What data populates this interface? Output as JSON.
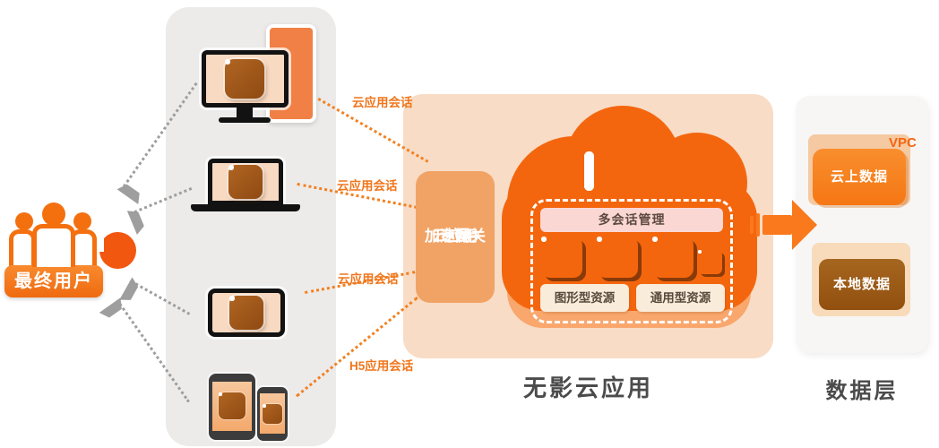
{
  "end_user": {
    "label": "最终用户"
  },
  "session_labels": [
    {
      "label": "云应用会话"
    },
    {
      "label": "云应用会话"
    },
    {
      "label": "云应用会话"
    },
    {
      "label": "H5应用会话"
    }
  ],
  "gateway": {
    "label_lines": [
      "云应用",
      "专属",
      "加速网关"
    ]
  },
  "cloud_app": {
    "caption": "无影云应用",
    "session_manager_label": "多会话管理",
    "resource_boxes": [
      {
        "label": "图形型资源"
      },
      {
        "label": "通用型资源"
      }
    ]
  },
  "data_layer": {
    "caption": "数据层",
    "vpc_label": "VPC",
    "folders": [
      {
        "label": "云上数据"
      },
      {
        "label": "本地数据"
      }
    ]
  },
  "colors": {
    "primary_orange": "#F4660E",
    "panel_peach": "#F8DCC6",
    "gateway_orange": "#F1A365",
    "cloud_light_lobe": "#F9A76D",
    "accent_yellow": "#FFC53D",
    "session_bar_pink": "#FBD7D3",
    "text_dark": "#4B4B4B"
  }
}
